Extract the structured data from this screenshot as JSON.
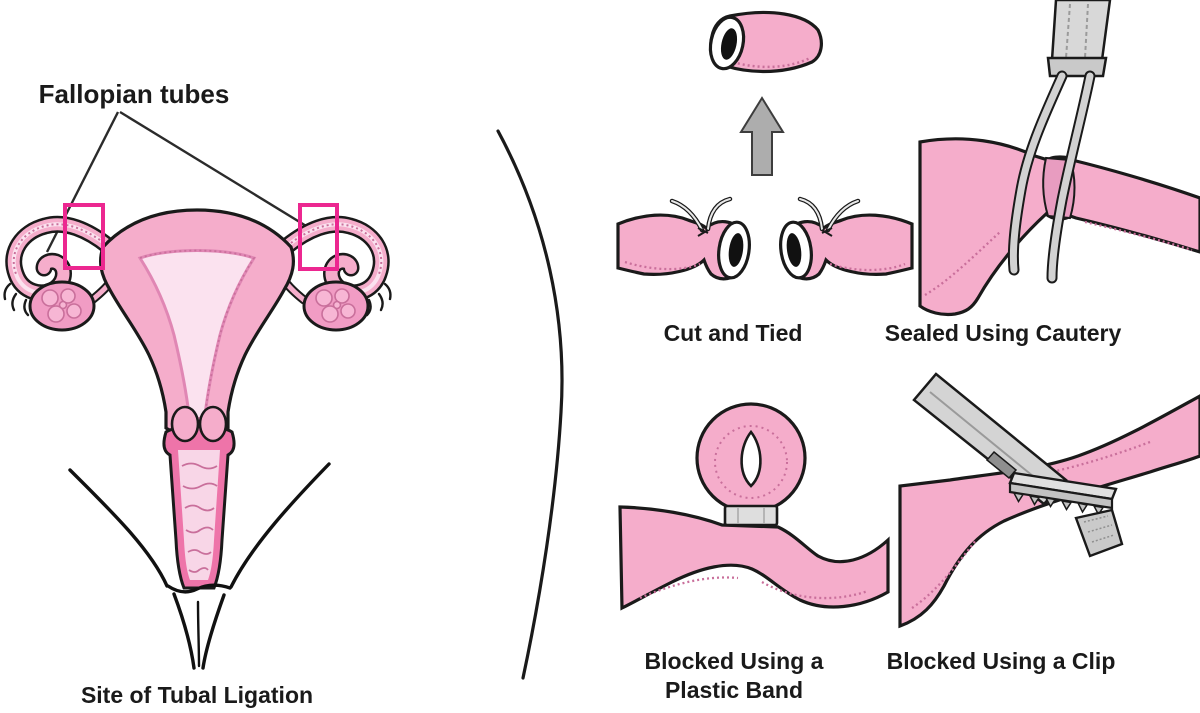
{
  "figure": {
    "left": {
      "label": "Fallopian tubes",
      "caption": "Site of Tubal Ligation"
    },
    "methods": {
      "cut_tied": {
        "caption": "Cut and Tied"
      },
      "cautery": {
        "caption": "Sealed Using Cautery"
      },
      "band": {
        "caption_line1": "Blocked Using a",
        "caption_line2": "Plastic Band"
      },
      "clip": {
        "caption": "Blocked Using a Clip"
      }
    },
    "colors": {
      "tube_pink": "#F5ADCB",
      "cavity_pink": "#FBE2EF",
      "deep_pink": "#EE74A9",
      "marker_hot_pink": "#EC2790",
      "instrument_gray": "#D4D4D4",
      "arrow_gray": "#ADADAD",
      "outline_ink": "#1A1A1A"
    }
  }
}
